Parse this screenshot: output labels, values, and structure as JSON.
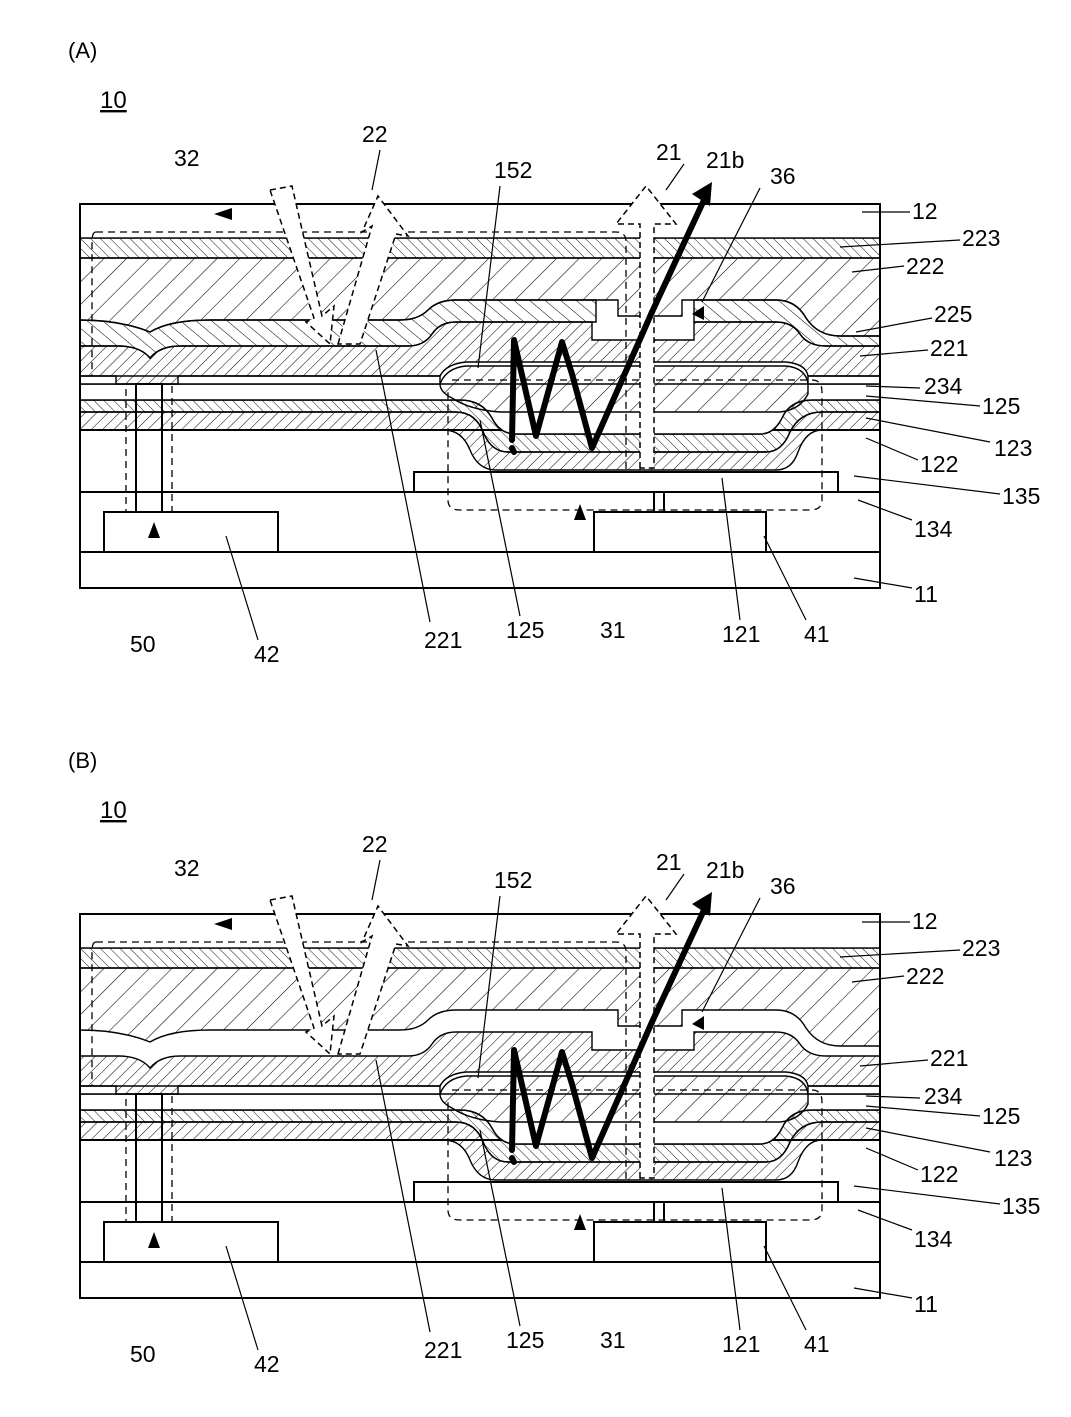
{
  "figure": {
    "ref": "10",
    "panels": [
      {
        "id": "A",
        "caption": "(A)",
        "labels": {
          "l12": "12",
          "l223": "223",
          "l222": "222",
          "l225": "225",
          "l221r": "221",
          "l234": "234",
          "l125r": "125",
          "l123": "123",
          "l122": "122",
          "l135": "135",
          "l134": "134",
          "l11": "11",
          "l32": "32",
          "l22": "22",
          "l152": "152",
          "l21": "21",
          "l21b": "21b",
          "l36": "36",
          "l50": "50",
          "l42": "42",
          "l221b": "221",
          "l125b": "125",
          "l31": "31",
          "l121": "121",
          "l41": "41"
        }
      },
      {
        "id": "B",
        "caption": "(B)",
        "labels": {
          "l12": "12",
          "l223": "223",
          "l222": "222",
          "l221r": "221",
          "l234": "234",
          "l125r": "125",
          "l123": "123",
          "l122": "122",
          "l135": "135",
          "l134": "134",
          "l11": "11",
          "l32": "32",
          "l22": "22",
          "l152": "152",
          "l21": "21",
          "l21b": "21b",
          "l36": "36",
          "l50": "50",
          "l42": "42",
          "l221b": "221",
          "l125b": "125",
          "l31": "31",
          "l121": "121",
          "l41": "41"
        }
      }
    ]
  }
}
